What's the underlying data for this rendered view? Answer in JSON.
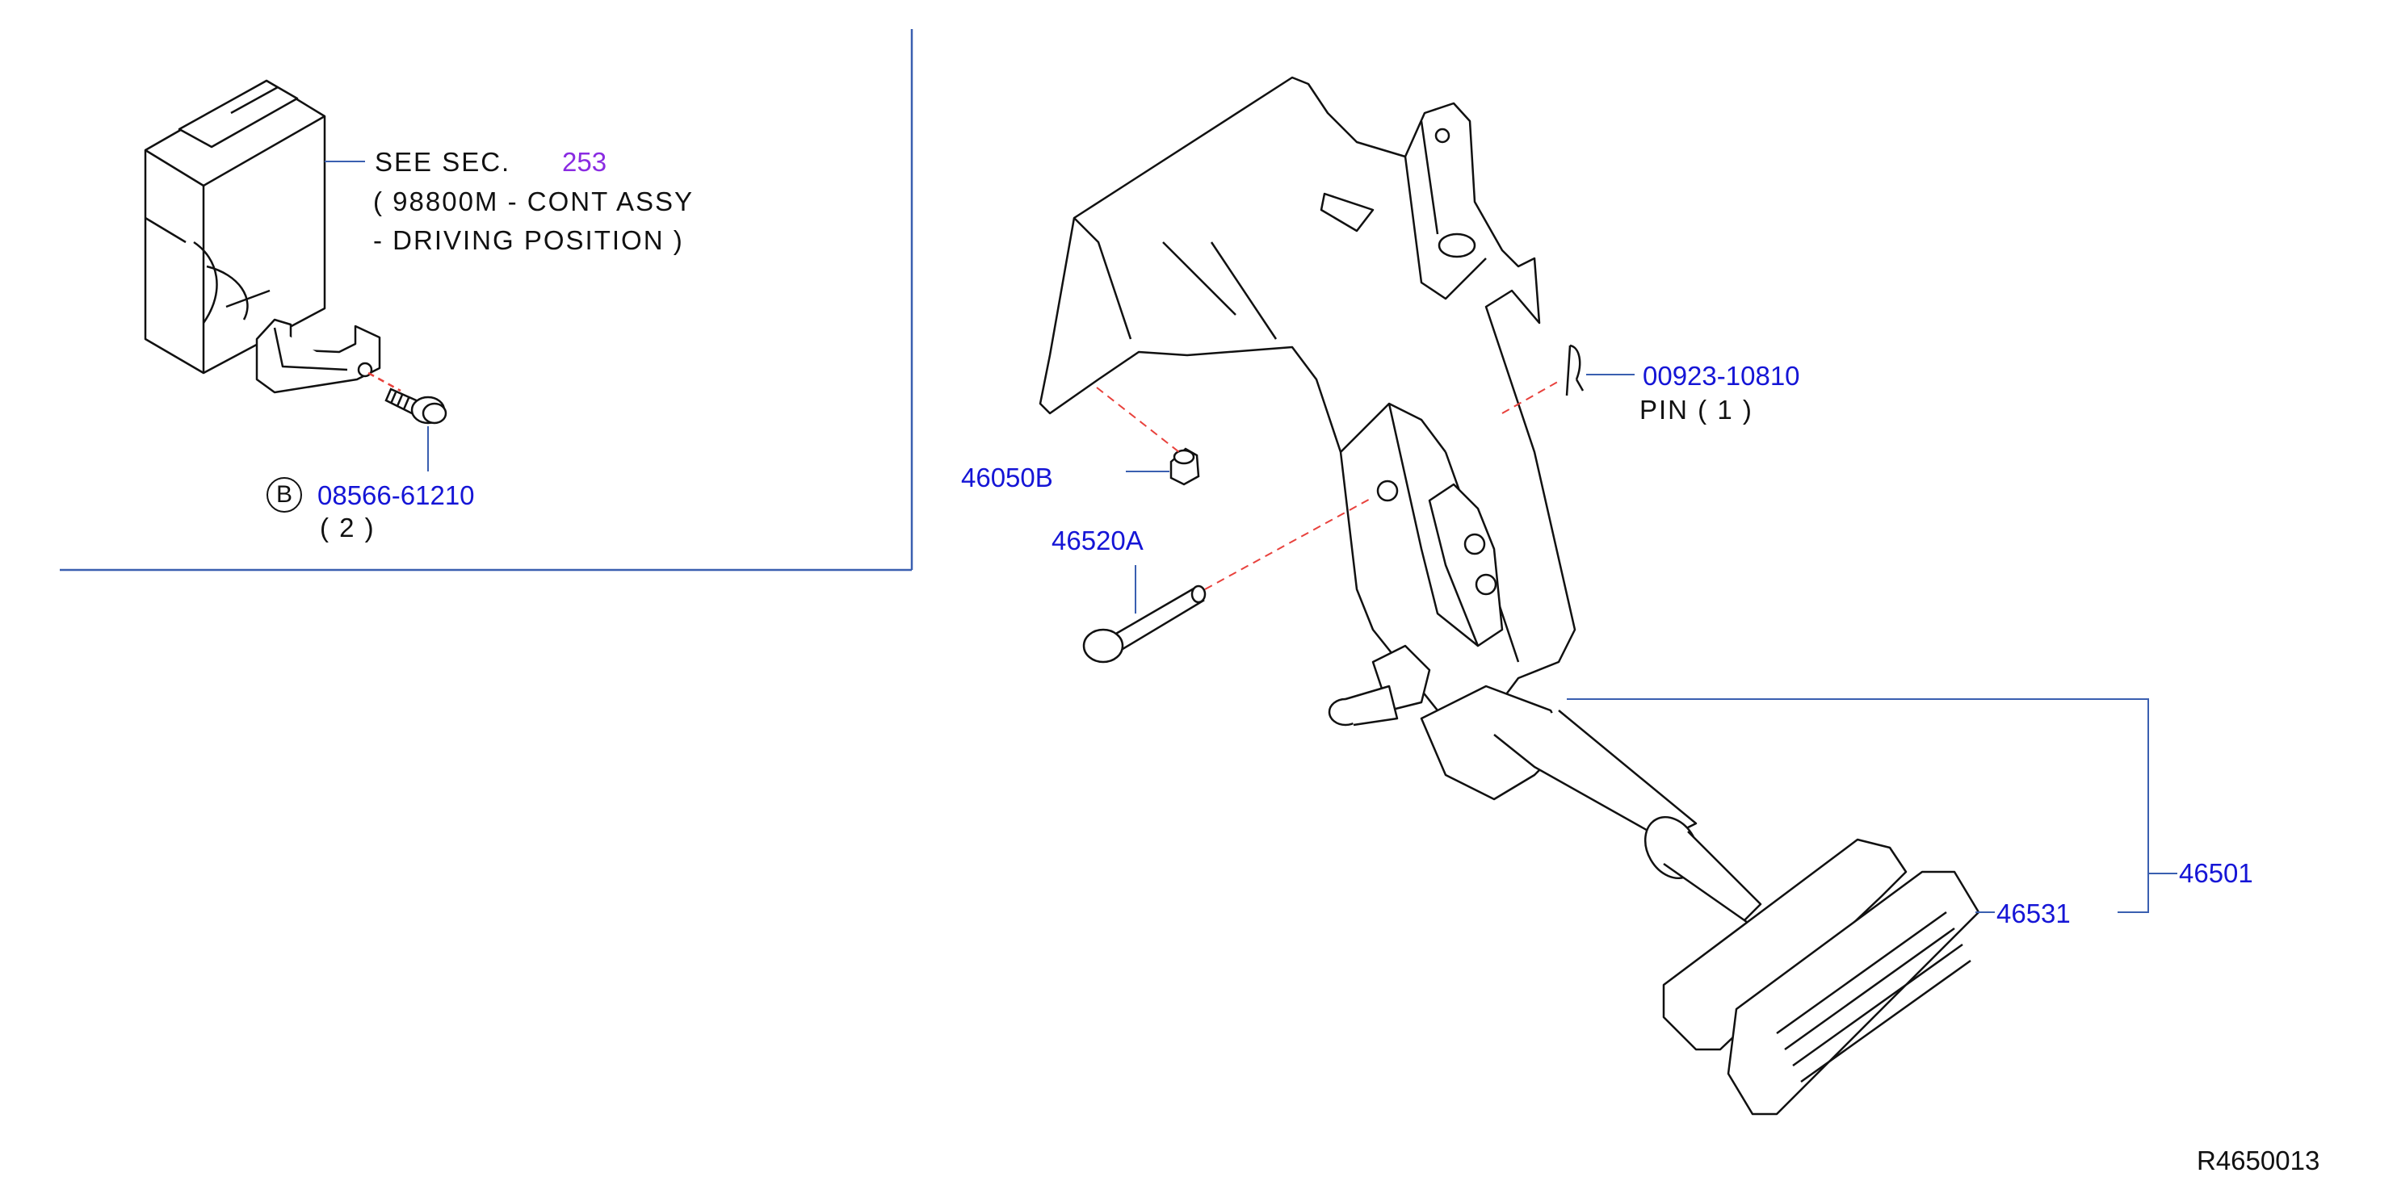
{
  "inset": {
    "see_sec_prefix": "SEE   SEC.",
    "see_sec_number": "253",
    "desc_line1": "( 98800M      -  CONT  ASSY",
    "desc_line2": "-  DRIVING  POSITION  )",
    "bolt_circle": "B",
    "bolt_part": "08566-61210",
    "bolt_qty": "(  2  )"
  },
  "parts": {
    "pin_part": "00923-10810",
    "pin_label": "PIN      (  1  )",
    "nut_part": "46050B",
    "pivot_part": "46520A",
    "pedal_assy_part": "46501",
    "pad_part": "46531"
  },
  "diagram_id": "R4650013",
  "colors": {
    "part_number": "#1515d6",
    "section_ref": "#8a2be2",
    "dashed_leader": "#e8413c",
    "leader": "#3a5fb0"
  }
}
